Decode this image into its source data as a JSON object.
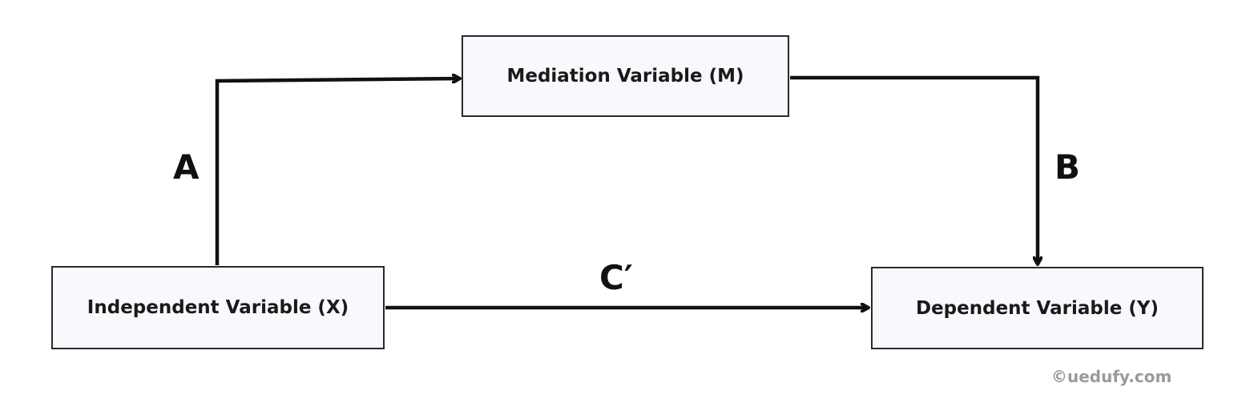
{
  "diagram": {
    "nodes": {
      "mediator": {
        "label": "Mediation Variable (M)"
      },
      "independent": {
        "label": "Independent Variable (X)"
      },
      "dependent": {
        "label": "Dependent Variable (Y)"
      }
    },
    "edges": [
      {
        "from": "independent",
        "to": "mediator",
        "label": "A"
      },
      {
        "from": "mediator",
        "to": "dependent",
        "label": "B"
      },
      {
        "from": "independent",
        "to": "dependent",
        "label": "C′"
      }
    ],
    "colors": {
      "box_fill": "#f8f9fd",
      "box_border": "#2a2a2a",
      "arrow": "#111111",
      "watermark": "#9a9a9a"
    }
  },
  "watermark": "©uedufy.com"
}
